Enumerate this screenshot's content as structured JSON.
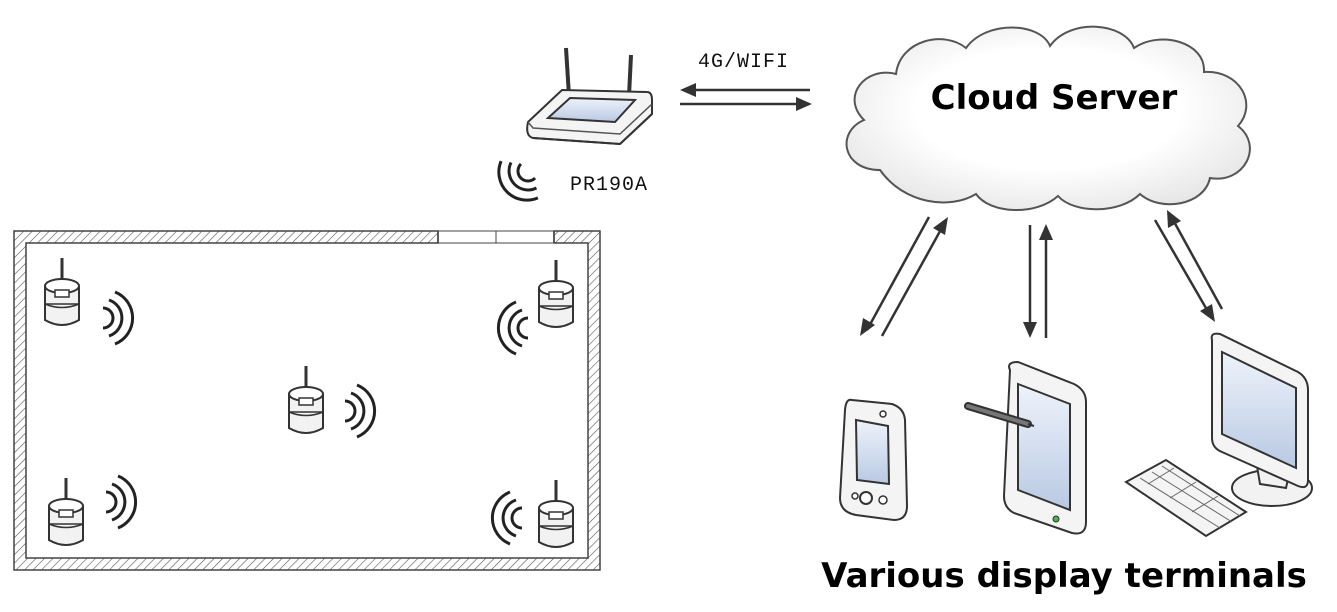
{
  "labels": {
    "link": "4G/WIFI",
    "gateway": "PR190A",
    "cloud": "Cloud Server",
    "terminals": "Various display terminals"
  },
  "icons": {
    "gateway": "router-icon",
    "cloud": "cloud-icon",
    "sensor": "sensor-icon",
    "signal": "wireless-signal-icon",
    "phone": "pda-phone-icon",
    "tablet": "tablet-with-stylus-icon",
    "desktop": "desktop-computer-icon"
  },
  "colors": {
    "line": "#333333",
    "screen_top": "#eef3fb",
    "screen_bottom": "#b9c9e3",
    "cloud_fill": "#f2f2f2"
  }
}
